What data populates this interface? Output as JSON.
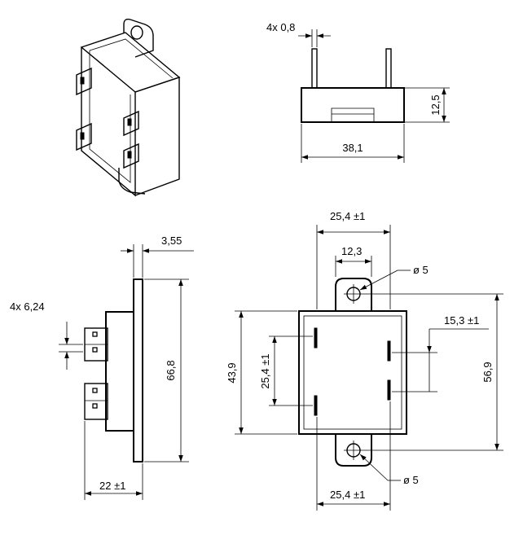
{
  "diagram": {
    "side_view": {
      "pin_width_label": "4x 0,8",
      "height_label": "12,5",
      "width_label": "38,1"
    },
    "profile_view": {
      "thickness_label": "3,55",
      "pin_label": "4x 6,24",
      "length_label": "66,8",
      "depth_value": "22",
      "depth_tol": "±1"
    },
    "front_view": {
      "top_spacing_value": "25,4",
      "top_spacing_tol": "±1",
      "slot_label": "12,3",
      "hole_top_label": "ø 5",
      "right_spacing_value": "15,3",
      "right_spacing_tol": "±1",
      "height_label": "43,9",
      "inner_spacing_value": "25,4",
      "inner_spacing_tol": "±1",
      "overall_height_label": "56,9",
      "hole_bottom_label": "ø 5",
      "bottom_spacing_value": "25,4",
      "bottom_spacing_tol": "±1"
    }
  }
}
